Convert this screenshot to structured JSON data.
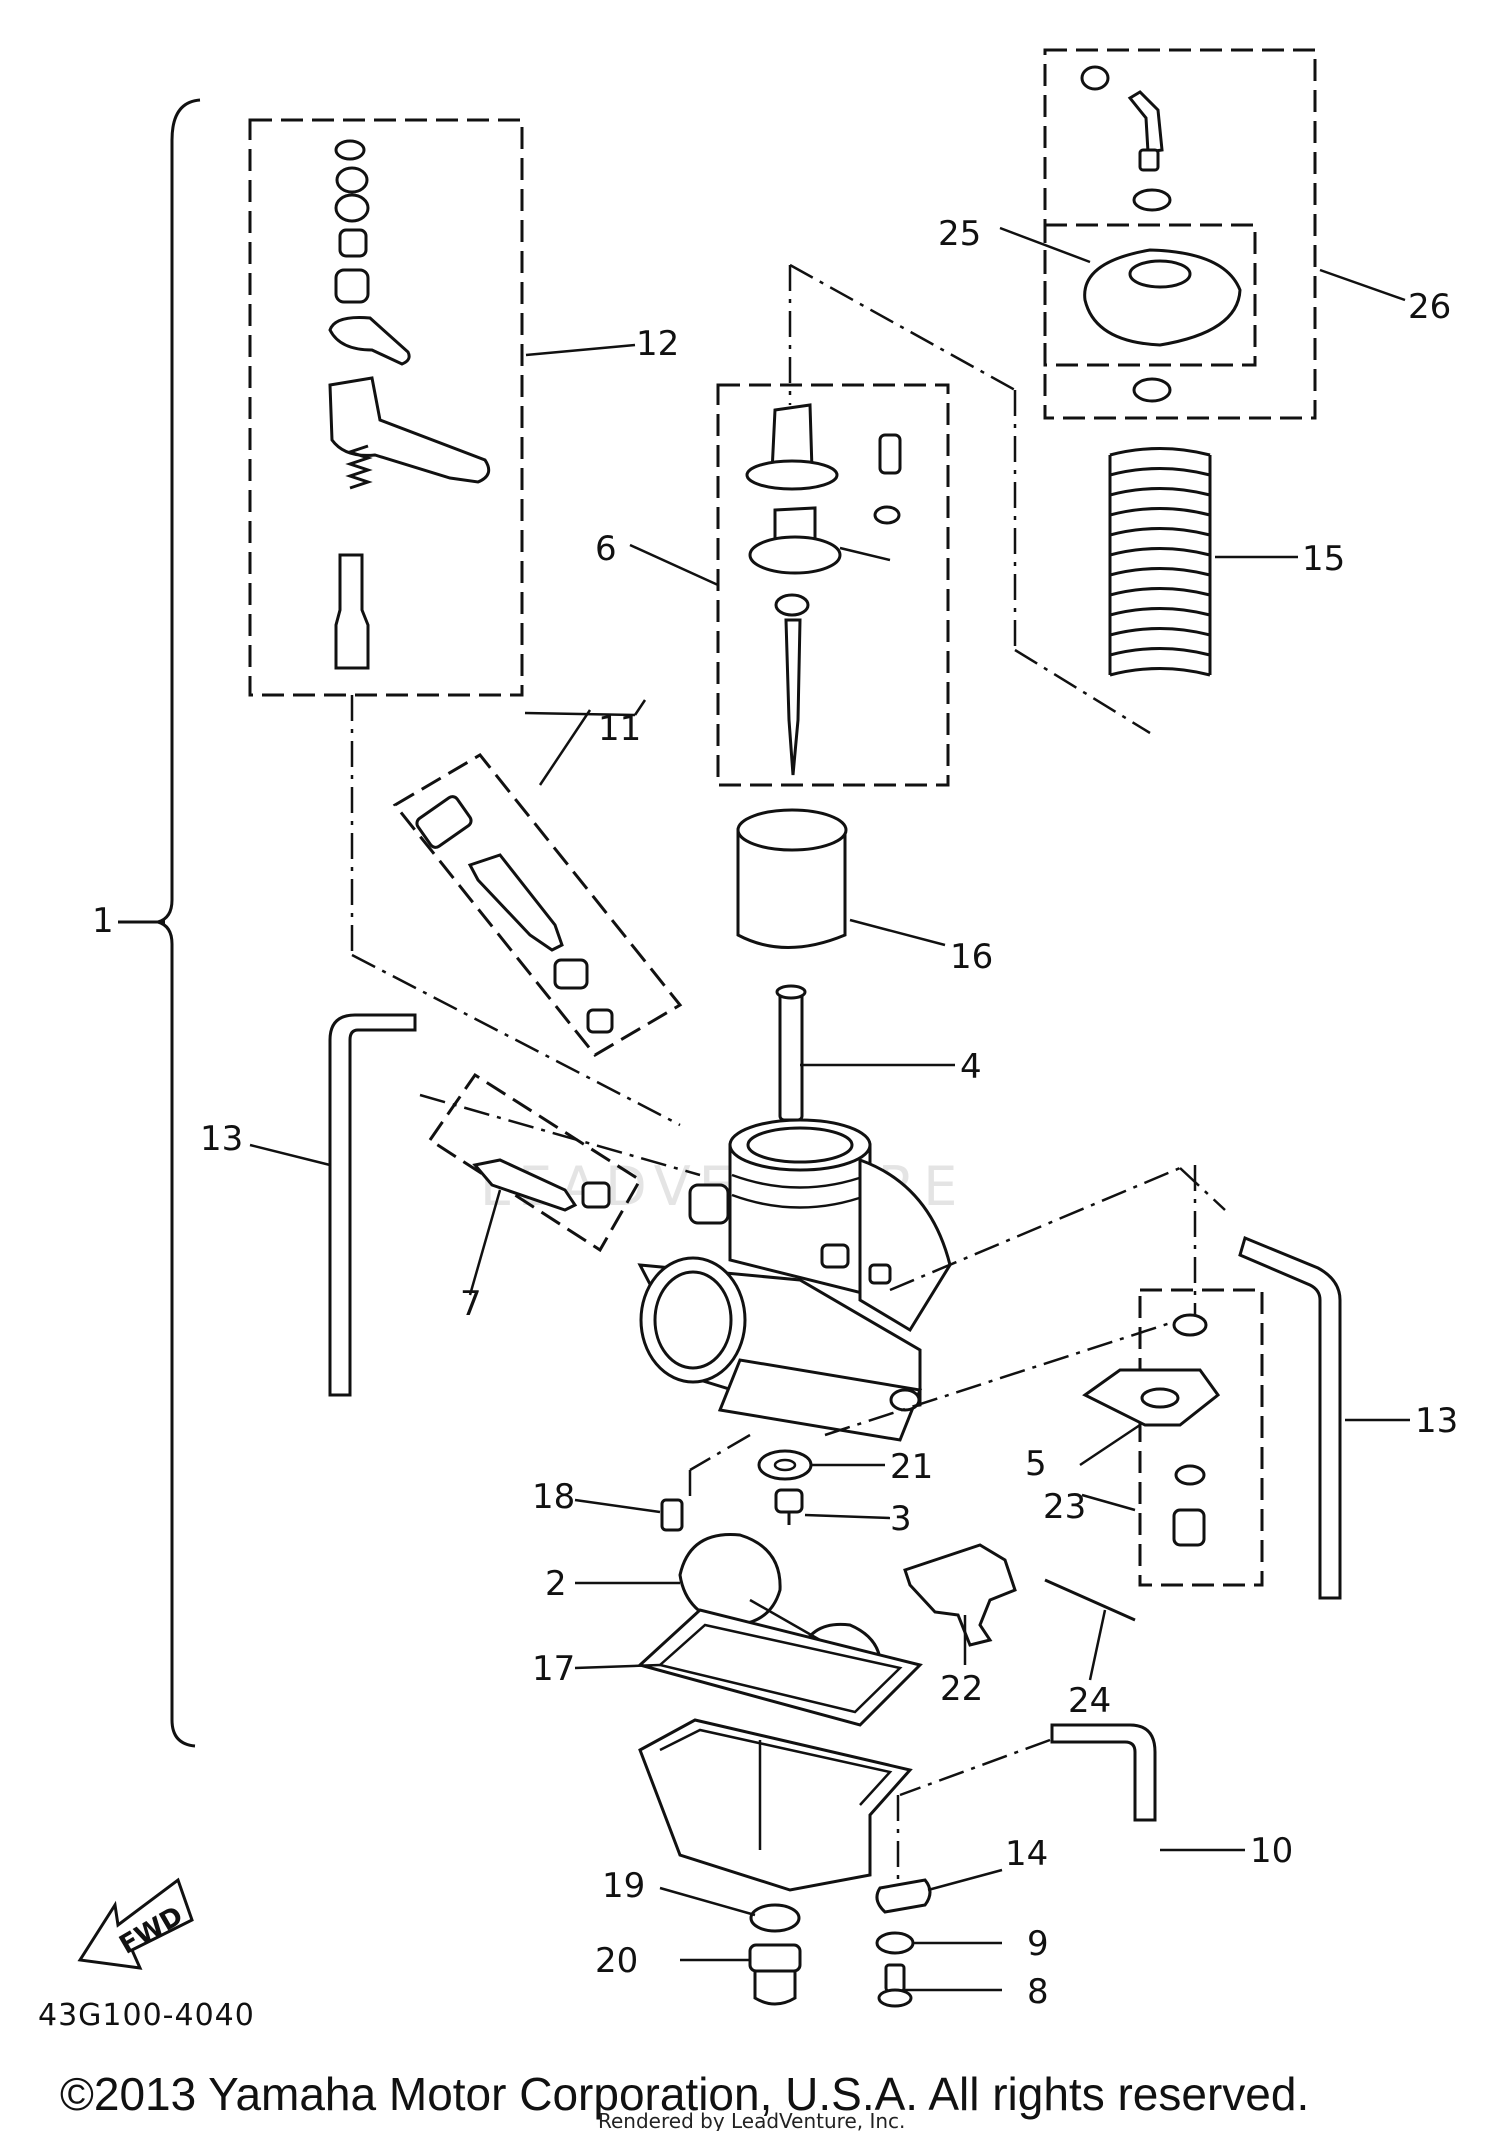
{
  "callouts": {
    "c1": "1",
    "c2": "2",
    "c3": "3",
    "c4": "4",
    "c5": "5",
    "c6": "6",
    "c7": "7",
    "c8": "8",
    "c9": "9",
    "c10": "10",
    "c11": "11",
    "c12": "12",
    "c13a": "13",
    "c13b": "13",
    "c14": "14",
    "c15": "15",
    "c16": "16",
    "c17": "17",
    "c18": "18",
    "c19": "19",
    "c20": "20",
    "c21": "21",
    "c22": "22",
    "c23": "23",
    "c24": "24",
    "c25": "25",
    "c26": "26"
  },
  "diagram_code": "43G100-4040",
  "fwd_label": "FWD",
  "copyright": "©2013 Yamaha Motor Corporation, U.S.A. All rights reserved.",
  "rendered_by": "Rendered by LeadVenture, Inc."
}
